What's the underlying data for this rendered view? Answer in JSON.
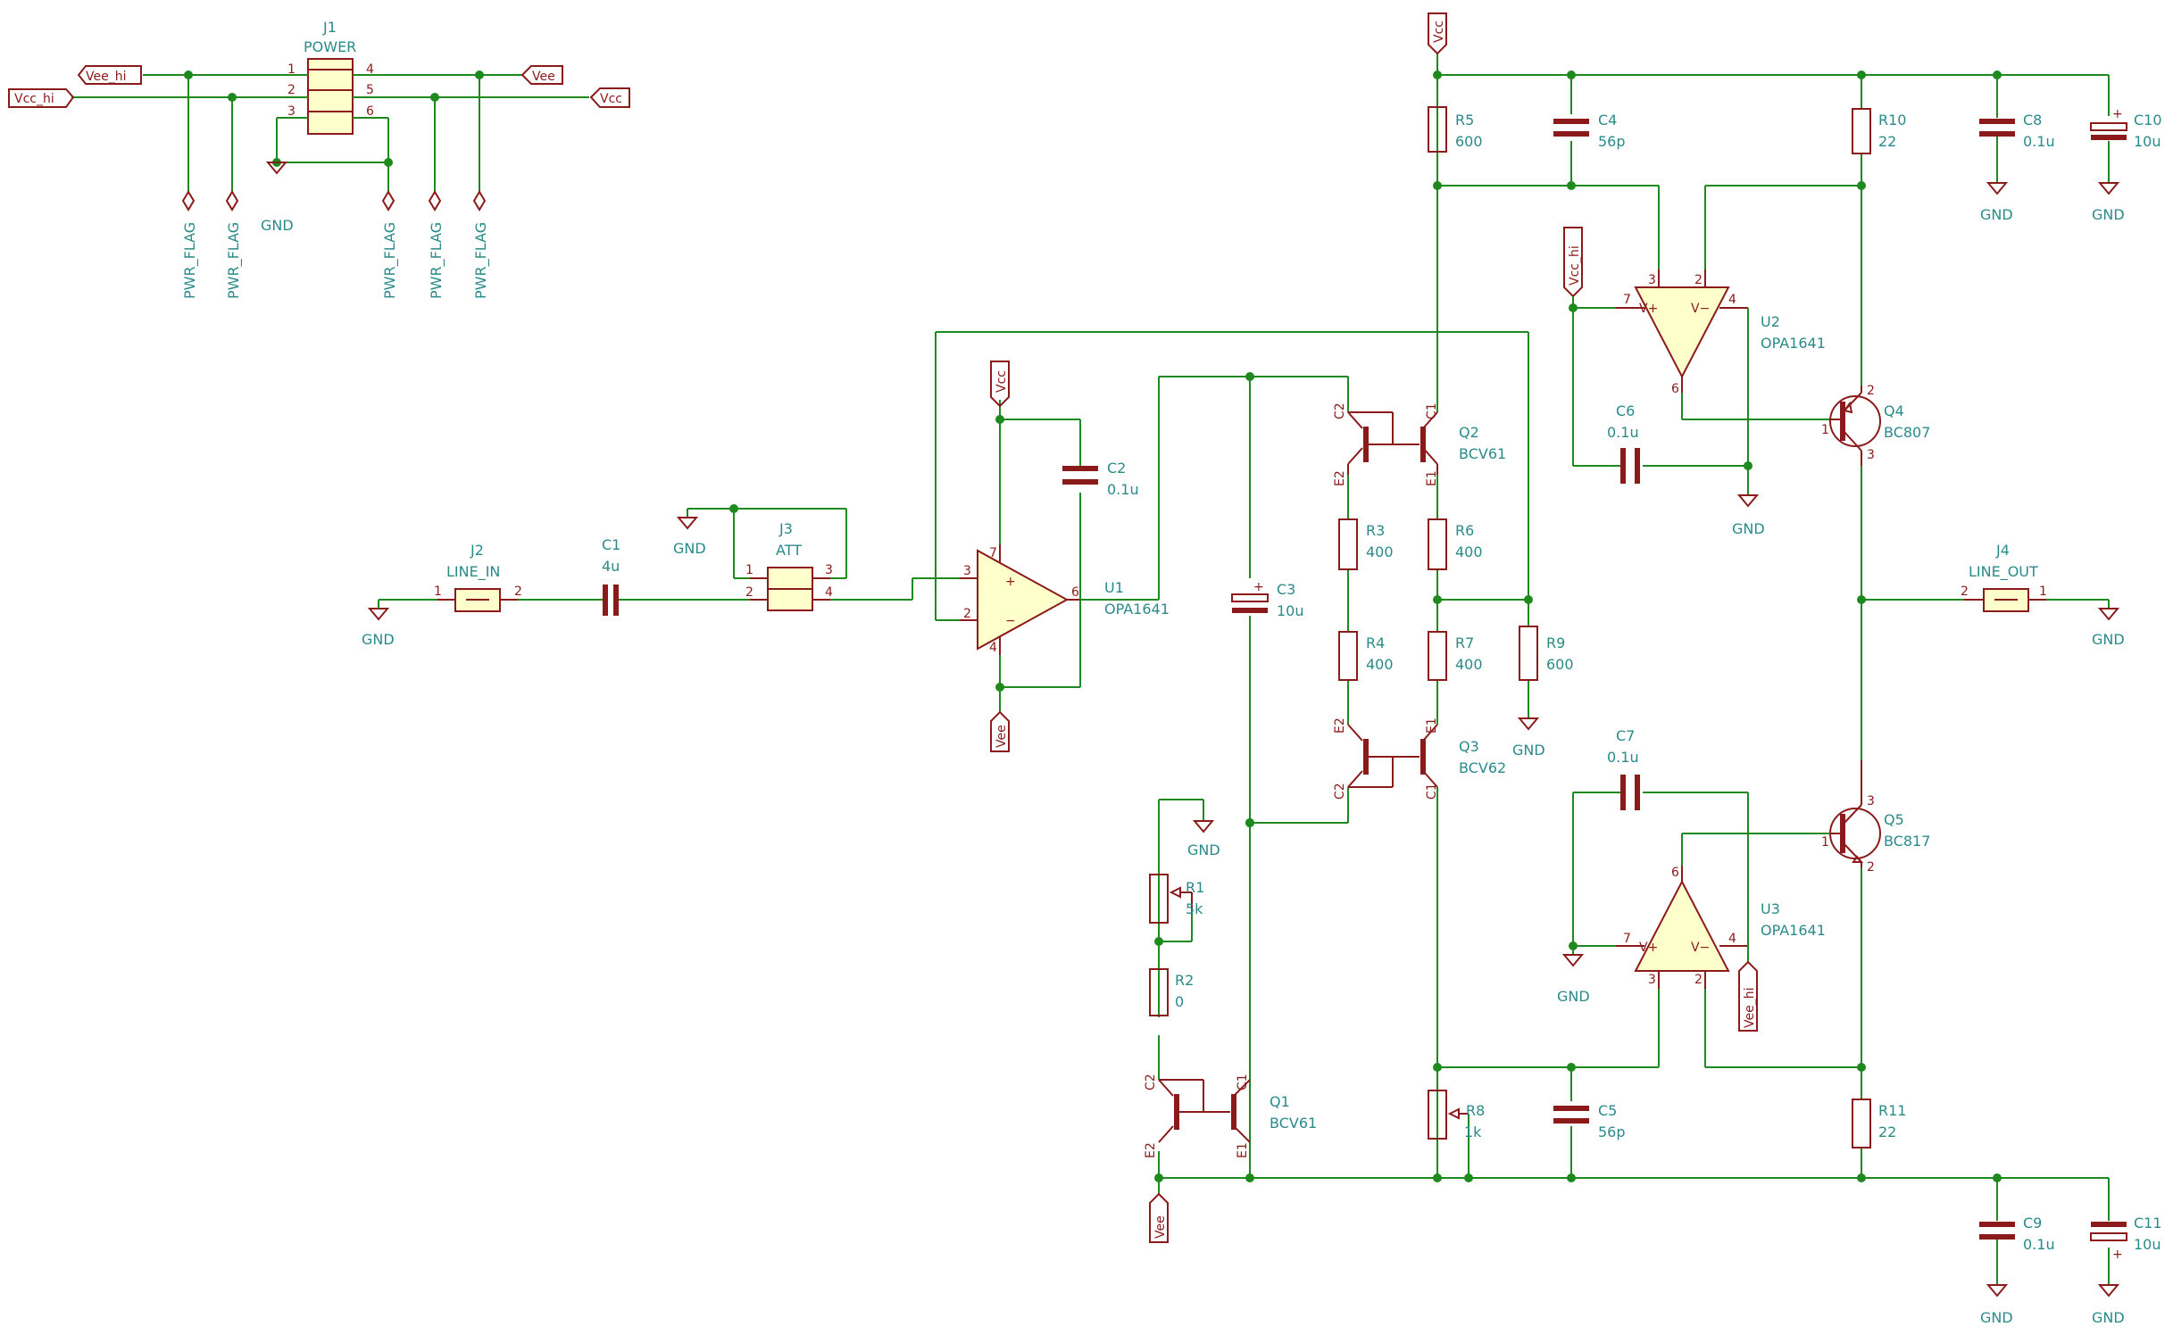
{
  "power_header": {
    "ref": "J1",
    "value": "POWER"
  },
  "power_pins": [
    "1",
    "2",
    "3",
    "4",
    "5",
    "6"
  ],
  "nets": {
    "vee_hi": "Vee_hi",
    "vcc_hi": "Vcc_hi",
    "vee": "Vee",
    "vcc": "Vcc"
  },
  "flags": [
    "PWR_FLAG",
    "PWR_FLAG",
    "PWR_FLAG",
    "PWR_FLAG",
    "PWR_FLAG"
  ],
  "gnd": "GND",
  "components": {
    "J2": {
      "ref": "J2",
      "value": "LINE_IN"
    },
    "J3": {
      "ref": "J3",
      "value": "ATT"
    },
    "J4": {
      "ref": "J4",
      "value": "LINE_OUT"
    },
    "C1": {
      "ref": "C1",
      "value": "4u"
    },
    "C2": {
      "ref": "C2",
      "value": "0.1u"
    },
    "C3": {
      "ref": "C3",
      "value": "10u"
    },
    "C4": {
      "ref": "C4",
      "value": "56p"
    },
    "C5": {
      "ref": "C5",
      "value": "56p"
    },
    "C6": {
      "ref": "C6",
      "value": "0.1u"
    },
    "C7": {
      "ref": "C7",
      "value": "0.1u"
    },
    "C8": {
      "ref": "C8",
      "value": "0.1u"
    },
    "C9": {
      "ref": "C9",
      "value": "0.1u"
    },
    "C10": {
      "ref": "C10",
      "value": "10u"
    },
    "C11": {
      "ref": "C11",
      "value": "10u"
    },
    "R1": {
      "ref": "R1",
      "value": "5k"
    },
    "R2": {
      "ref": "R2",
      "value": "0"
    },
    "R3": {
      "ref": "R3",
      "value": "400"
    },
    "R4": {
      "ref": "R4",
      "value": "400"
    },
    "R5": {
      "ref": "R5",
      "value": "600"
    },
    "R6": {
      "ref": "R6",
      "value": "400"
    },
    "R7": {
      "ref": "R7",
      "value": "400"
    },
    "R8": {
      "ref": "R8",
      "value": "1k"
    },
    "R9": {
      "ref": "R9",
      "value": "600"
    },
    "R10": {
      "ref": "R10",
      "value": "22"
    },
    "R11": {
      "ref": "R11",
      "value": "22"
    },
    "U1": {
      "ref": "U1",
      "value": "OPA1641"
    },
    "U2": {
      "ref": "U2",
      "value": "OPA1641"
    },
    "U3": {
      "ref": "U3",
      "value": "OPA1641"
    },
    "Q1": {
      "ref": "Q1",
      "value": "BCV61"
    },
    "Q2": {
      "ref": "Q2",
      "value": "BCV61"
    },
    "Q3": {
      "ref": "Q3",
      "value": "BCV62"
    },
    "Q4": {
      "ref": "Q4",
      "value": "BC807"
    },
    "Q5": {
      "ref": "Q5",
      "value": "BC817"
    }
  },
  "opamp_pins": {
    "vplus": "V+",
    "vminus": "V−",
    "plus": "+",
    "minus": "−"
  },
  "dual_pins": {
    "c1": "C1",
    "c2": "C2",
    "e1": "E1",
    "e2": "E2"
  },
  "pin_numbers": [
    "1",
    "2",
    "3",
    "4",
    "5",
    "6",
    "7"
  ]
}
